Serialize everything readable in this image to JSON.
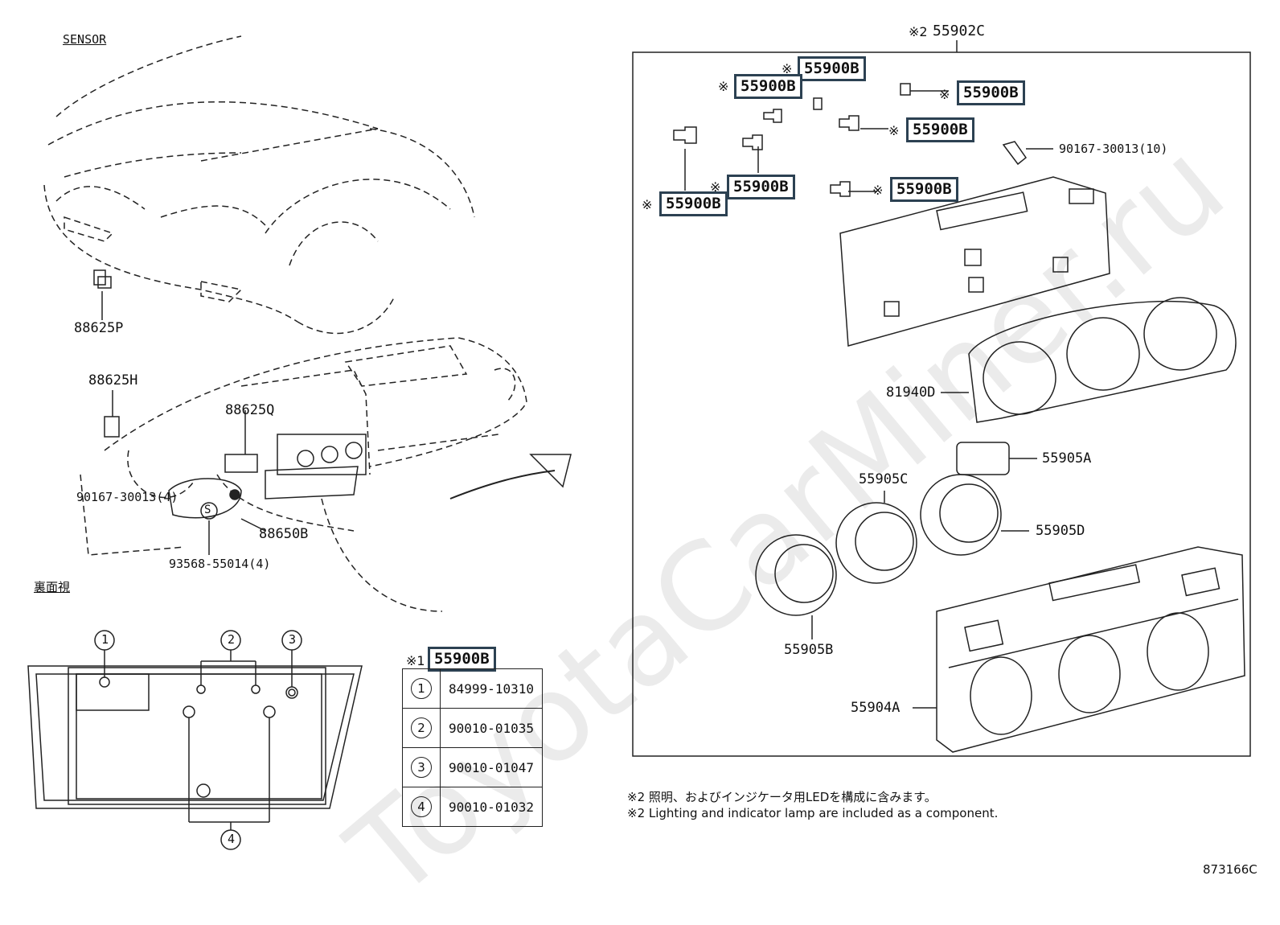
{
  "diagram": {
    "sensor_heading": "SENSOR",
    "back_view_heading": "裏面視",
    "figure_number": "873166C",
    "watermark": "ToyotaCarMiner.ru",
    "assembly_mark": "※2",
    "assembly_code": "55902C",
    "note_marker_1": "※",
    "note_marker_table": "※1",
    "labels": {
      "p88625P": "88625P",
      "p88625H": "88625H",
      "p88625Q": "88625Q",
      "p88650B": "88650B",
      "p90167_left": "90167-30013(4)",
      "p93568": "93568-55014(4)",
      "p90167_right": "90167-30013(10)",
      "p81940D": "81940D",
      "p55905A": "55905A",
      "p55905C": "55905C",
      "p55905D": "55905D",
      "p55905B": "55905B",
      "p55904A": "55904A",
      "p55900B": "55900B",
      "s_icon": "S"
    },
    "back_circles": [
      "1",
      "2",
      "3",
      "4"
    ]
  },
  "parts_table": {
    "header": "55900B",
    "rows": [
      {
        "no": "1",
        "part": "84999-10310"
      },
      {
        "no": "2",
        "part": "90010-01035"
      },
      {
        "no": "3",
        "part": "90010-01047"
      },
      {
        "no": "4",
        "part": "90010-01032"
      }
    ]
  },
  "notes": {
    "jp": "※2 照明、およびインジケータ用LEDを構成に含みます。",
    "en": "※2 Lighting and indicator lamp are included as a component."
  }
}
